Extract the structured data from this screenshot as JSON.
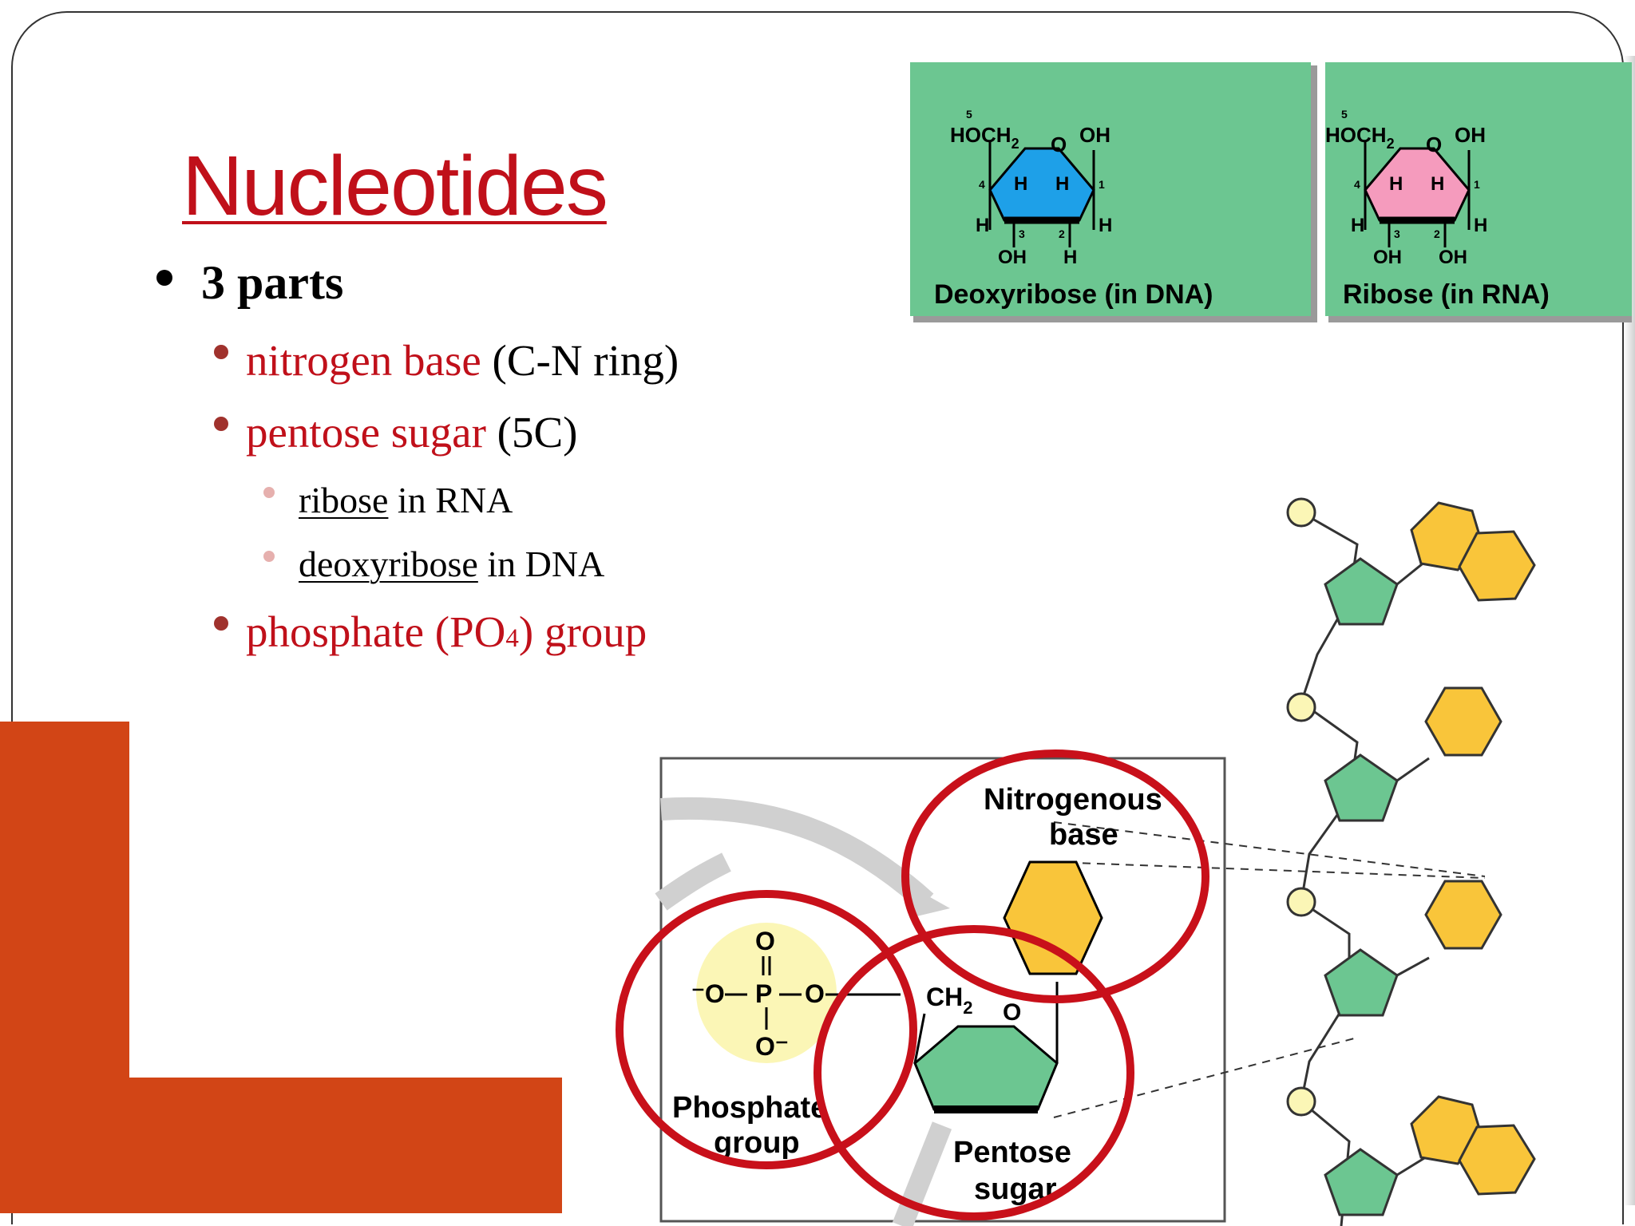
{
  "slide": {
    "title": "Nucleotides",
    "bullet_main": "3 parts",
    "nitrogen_red": "nitrogen base",
    "nitrogen_black": " (C-N ring)",
    "pentose_red": "pentose sugar",
    "pentose_black": " (5C)",
    "ribose_word": "ribose",
    "ribose_rest": " in RNA",
    "deoxy_word": "deoxyribose",
    "deoxy_rest": " in DNA",
    "phosphate_pre": "phosphate (PO",
    "phosphate_sub": "4",
    "phosphate_post": ") group"
  },
  "sugar_panel": {
    "dna": {
      "caption": "Deoxyribose (in DNA)",
      "hoch": "HOCH",
      "sub2": "2",
      "o": "O",
      "oh_top": "OH",
      "n5": "5",
      "n4": "4",
      "n1": "1",
      "n3": "3",
      "n2": "2",
      "h_in_left": "H",
      "h_in_right": "H",
      "h_left": "H",
      "h_right": "H",
      "bottom_left": "OH",
      "bottom_right": "H",
      "ring_color": "#1ea0e8"
    },
    "rna": {
      "caption": "Ribose (in RNA)",
      "hoch": "HOCH",
      "sub2": "2",
      "o": "O",
      "oh_top": "OH",
      "n5": "5",
      "n4": "4",
      "n1": "1",
      "n3": "3",
      "n2": "2",
      "h_in_left": "H",
      "h_in_right": "H",
      "h_left": "H",
      "h_right": "H",
      "bottom_left": "OH",
      "bottom_right": "OH",
      "ring_color": "#f59bbd"
    },
    "background": "#6cc691"
  },
  "nucleotide_diagram": {
    "nitrogenous_line1": "Nitrogenous",
    "nitrogenous_line2": "base",
    "phosphate_line1": "Phosphate",
    "phosphate_line2": "group",
    "pentose_line1": "Pentose",
    "pentose_line2": "sugar",
    "ch": "CH",
    "ch_sub": "2",
    "ring_o": "O",
    "p": "P",
    "o_top": "O",
    "o_left": "⁻O",
    "o_right": "O",
    "o_bottom": "O⁻",
    "circle_color": "#c8101a",
    "base_color": "#f9c53a",
    "sugar_color": "#6cc691",
    "phosphate_bg": "#fbf6b6"
  },
  "colors": {
    "title_red": "#c0101a",
    "accent_orange": "#d24516"
  }
}
